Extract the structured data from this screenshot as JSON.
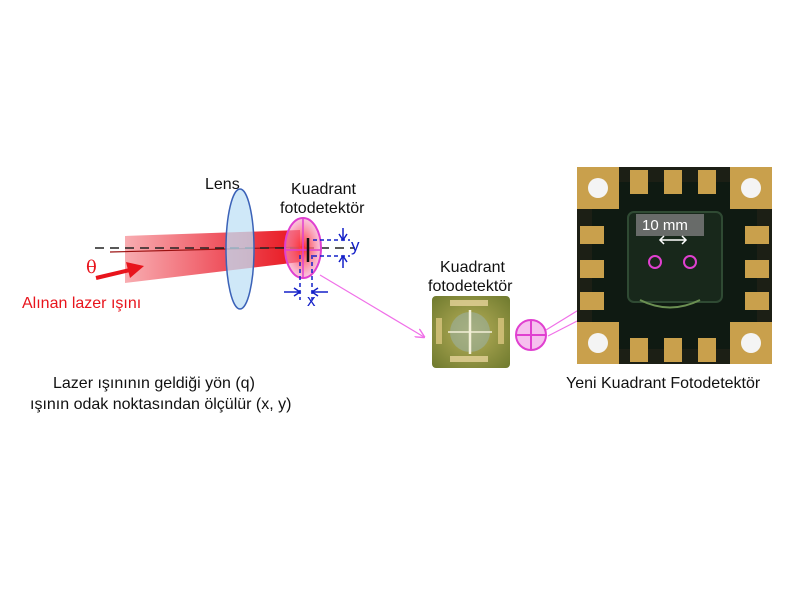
{
  "labels": {
    "lens": "Lens",
    "detector_left_line1": "Kuadrant",
    "detector_left_line2": "fotodetektör",
    "detector_mid_line1": "Kuadrant",
    "detector_mid_line2": "fotodetektör",
    "theta": "θ",
    "incoming_laser": "Alınan lazer ışını",
    "axis_y": "y",
    "axis_x": "x",
    "caption_line1": "Lazer ışınının geldiği yön (q)",
    "caption_line2": "ışının odak noktasından ölçülür (x, y)",
    "scale_bar": "10 mm",
    "new_detector": "Yeni Kuadrant Fotodetektör"
  },
  "colors": {
    "laser_red": "#e8141c",
    "beam_pink": "#f26a7a",
    "lens_fill": "#bfe0f5",
    "lens_stroke": "#3b62b8",
    "detector_magenta": "#e040d0",
    "axis_blue": "#1420c8",
    "pointer_pink": "#f070e8"
  },
  "icons": {
    "arrow": "red-arrow-icon",
    "quadrant": "quadrant-detector-icon"
  }
}
